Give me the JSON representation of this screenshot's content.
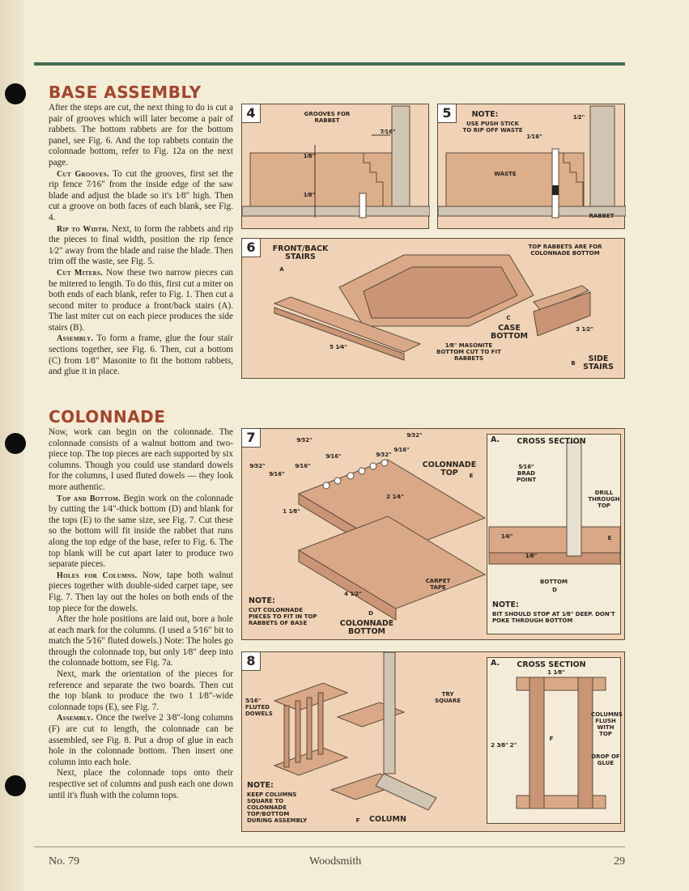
{
  "section1": {
    "title": "BASE ASSEMBLY",
    "intro": "After the steps are cut, the next thing to do is cut a pair of grooves which will later become a pair of rabbets. The bottom rabbets are for the bottom panel, see Fig. 6. And the top rabbets contain the colonnade bottom, refer to Fig. 12a on the next page.",
    "cut_grooves_head": "Cut Grooves.",
    "cut_grooves": "To cut the grooves, first set the rip fence 7⁄16\" from the inside edge of the saw blade and adjust the blade so it's 1⁄8\" high. Then cut a groove on both faces of each blank, see Fig. 4.",
    "rip_head": "Rip to Width.",
    "rip": "Next, to form the rabbets and rip the pieces to final width, position the rip fence 1⁄2\" away from the blade and raise the blade. Then trim off the waste, see Fig. 5.",
    "miters_head": "Cut Miters.",
    "miters": "Now these two narrow pieces can be mitered to length. To do this, first cut a miter on both ends of each blank, refer to Fig. 1. Then cut a second miter to produce a front/back stairs (A). The last miter cut on each piece produces the side stairs (B).",
    "assembly_head": "Assembly.",
    "assembly": "To form a frame, glue the four stair sections together, see Fig. 6. Then, cut a bottom (C) from 1⁄8\" Masonite to fit the bottom rabbets, and glue it in place."
  },
  "section2": {
    "title": "COLONNADE",
    "intro": "Now, work can begin on the colonnade. The colonnade consists of a walnut bottom and two-piece top. The top pieces are each supported by six columns. Though you could use standard dowels for the columns, I used fluted dowels — they look more authentic.",
    "top_head": "Top and Bottom.",
    "top": "Begin work on the colonnade by cutting the 1⁄4\"-thick bottom (D) and blank for the tops (E) to the same size, see Fig. 7. Cut these so the bottom will fit inside the rabbet that runs along the top edge of the base, refer to Fig. 6. The top blank will be cut apart later to produce two separate pieces.",
    "holes_head": "Holes for Columns.",
    "holes": "Now, tape both walnut pieces together with double-sided carpet tape, see Fig. 7. Then lay out the holes on both ends of the top piece for the dowels.",
    "holes2": "After the hole positions are laid out, bore a hole at each mark for the columns. (I used a 5⁄16\" bit to match the 5⁄16\" fluted dowels.) Note: The holes go through the colonnade top, but only 1⁄8\" deep into the colonnade bottom, see Fig. 7a.",
    "orient": "Next, mark the orientation of the pieces for reference and separate the two boards. Then cut the top blank to produce the two 1 1⁄8\"-wide colonnade tops (E), see Fig. 7.",
    "asm_head": "Assembly.",
    "asm": "Once the twelve 2 3⁄8\"-long columns (F) are cut to length, the colonnade can be assembled, see Fig. 8. Put a drop of glue in each hole in the colonnade bottom. Then insert one column into each hole.",
    "final": "Next, place the colonnade tops onto their respective set of columns and push each one down until it's flush with the column tops."
  },
  "fig4": {
    "num": "4",
    "grooves": "GROOVES FOR RABBET",
    "dim1": "7⁄16\"",
    "dim2": "1⁄8\"",
    "dim3": "1⁄8\""
  },
  "fig5": {
    "num": "5",
    "note_title": "NOTE:",
    "note": "USE PUSH STICK TO RIP OFF WASTE",
    "dim1": "1⁄16\"",
    "dim2": "1⁄2\"",
    "waste": "WASTE",
    "rabbet": "RABBET"
  },
  "fig6": {
    "num": "6",
    "front_back": "FRONT/BACK STAIRS",
    "mark_a": "A",
    "top_rabbets": "TOP RABBETS ARE FOR COLONNADE BOTTOM",
    "mark_c": "C",
    "case_bottom": "CASE BOTTOM",
    "masonite": "1⁄8\" MASONITE BOTTOM CUT TO FIT RABBETS",
    "dim_long": "5 1⁄4\"",
    "dim_short": "3 1⁄2\"",
    "mark_b": "B",
    "side_stairs": "SIDE STAIRS"
  },
  "fig7": {
    "num": "7",
    "d1": "9⁄32\"",
    "d2": "9⁄16\"",
    "d3": "9⁄16\"",
    "d4": "9⁄32\"",
    "d5": "9⁄32\"",
    "d6": "9⁄16\"",
    "d7": "9⁄16\"",
    "d8": "9⁄32\"",
    "d9": "1 1⁄8\"",
    "d10": "2 1⁄4\"",
    "d11": "4 1⁄2\"",
    "top_label": "COLONNADE TOP",
    "mark_e": "E",
    "carpet": "CARPET TAPE",
    "mark_d": "D",
    "bottom_label": "COLONNADE BOTTOM",
    "note_title": "NOTE:",
    "note": "CUT COLONNADE PIECES TO FIT IN TOP RABBETS OF BASE"
  },
  "fig7a": {
    "letter": "a.",
    "title": "CROSS SECTION",
    "brad": "5⁄16\" BRAD POINT",
    "drill": "DRILL THROUGH TOP",
    "mark_e": "E",
    "dim1": "1⁄4\"",
    "dim2": "1⁄8\"",
    "bottom": "BOTTOM",
    "mark_d": "D",
    "note_title": "NOTE:",
    "note": "BIT SHOULD STOP AT 1⁄8\" DEEP. DON'T POKE THROUGH BOTTOM"
  },
  "fig8": {
    "num": "8",
    "dowels": "5⁄16\" FLUTED DOWELS",
    "try_square": "TRY SQUARE",
    "note_title": "NOTE:",
    "note": "KEEP COLUMNS SQUARE TO COLONNADE TOP/BOTTOM DURING ASSEMBLY",
    "mark_f": "F",
    "column": "COLUMN"
  },
  "fig8a": {
    "letter": "a.",
    "title": "CROSS SECTION",
    "dim_top": "1 1⁄8\"",
    "flush": "COLUMNS FLUSH WITH TOP",
    "mark_f": "F",
    "dim_outer": "2 3⁄8\"",
    "dim_inner": "2\"",
    "glue": "DROP OF GLUE"
  },
  "footer": {
    "issue": "No. 79",
    "magazine": "Woodsmith",
    "page": "29"
  },
  "colors": {
    "paper": "#f3ecd6",
    "title": "#a3452d",
    "rule": "#3f6b50",
    "figure_bg": "#f0d3b6",
    "wood": "#d9a987"
  }
}
